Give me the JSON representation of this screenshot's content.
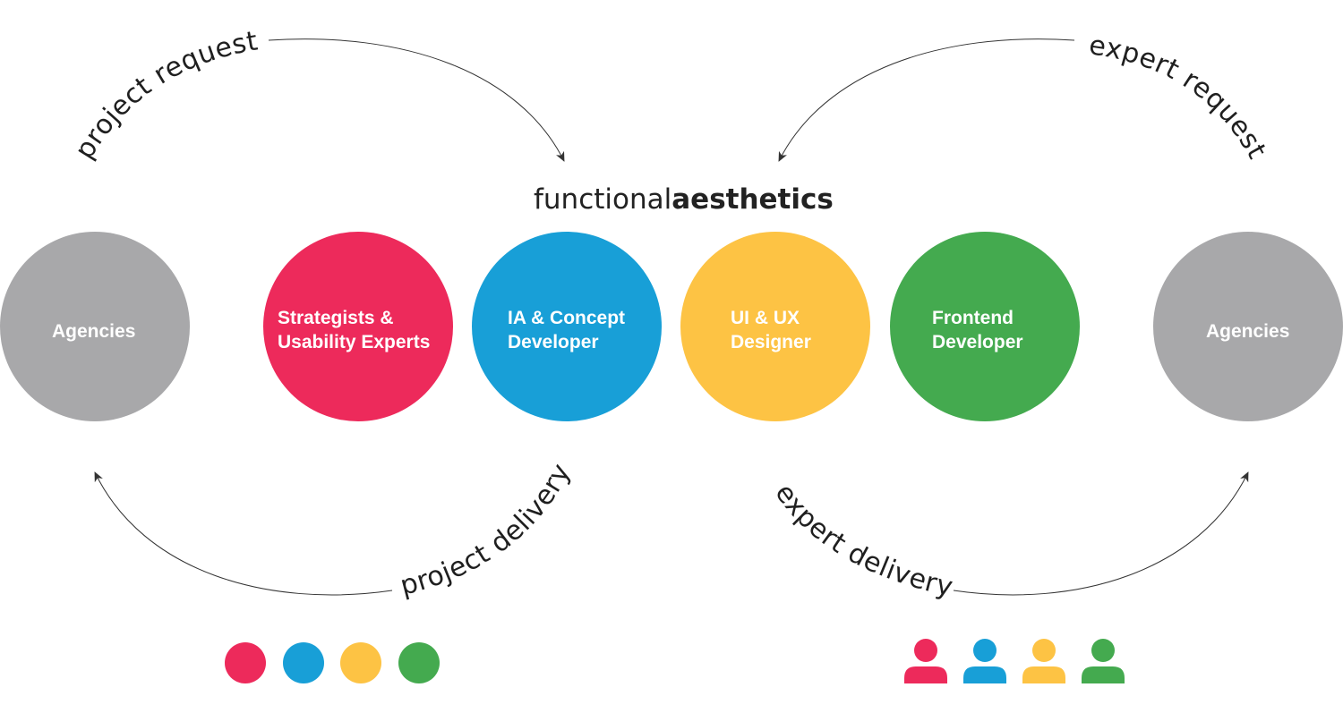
{
  "brand": {
    "light": "functional",
    "bold": "aesthetics"
  },
  "colors": {
    "red": "#ED2A5B",
    "blue": "#189FD7",
    "yellow": "#FDC344",
    "green": "#44AA4F",
    "gray": "#A8A8AA"
  },
  "circles": {
    "agencies_left": {
      "lines": [
        "Agencies"
      ]
    },
    "strategists": {
      "lines": [
        "Strategists &",
        "Usability Experts"
      ]
    },
    "ia_concept": {
      "lines": [
        "IA & Concept",
        "Developer"
      ]
    },
    "ui_ux": {
      "lines": [
        "UI & UX",
        "Designer"
      ]
    },
    "frontend": {
      "lines": [
        "Frontend",
        "Developer"
      ]
    },
    "agencies_right": {
      "lines": [
        "Agencies"
      ]
    }
  },
  "flows": {
    "project_request": "project request",
    "expert_request": "expert request",
    "project_delivery": "project delivery",
    "expert_delivery": "expert delivery"
  },
  "icons": {
    "dots": [
      "dot-icon",
      "dot-icon",
      "dot-icon",
      "dot-icon"
    ],
    "people": [
      "person-icon",
      "person-icon",
      "person-icon",
      "person-icon"
    ]
  }
}
